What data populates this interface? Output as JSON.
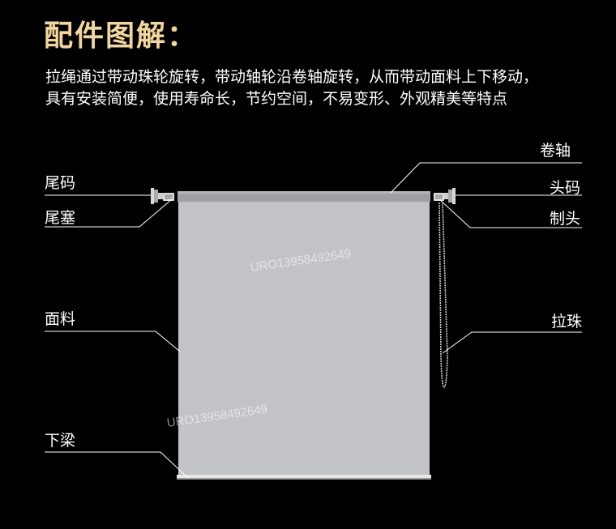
{
  "title": "配件图解：",
  "description": {
    "line1": "拉绳通过带动珠轮旋转，带动轴轮沿卷轴旋转，从而带动面料上下移动，",
    "line2": "具有安装简便，使用寿命长，节约空间，不易变形、外观精美等特点"
  },
  "labels": {
    "tail_code": "尾码",
    "tail_plug": "尾塞",
    "fabric": "面料",
    "bottom_rail": "下梁",
    "roller": "卷轴",
    "head_code": "头码",
    "control_head": "制头",
    "pull_bead": "拉珠"
  },
  "watermark": {
    "text_1": "URO13958492649",
    "text_2": "URO13958492649"
  },
  "colors": {
    "title": "#f3d79a",
    "background": "#000000",
    "fabric": "#c2c3c7",
    "roller": "#9ea0a4",
    "line": "#ffffff"
  }
}
